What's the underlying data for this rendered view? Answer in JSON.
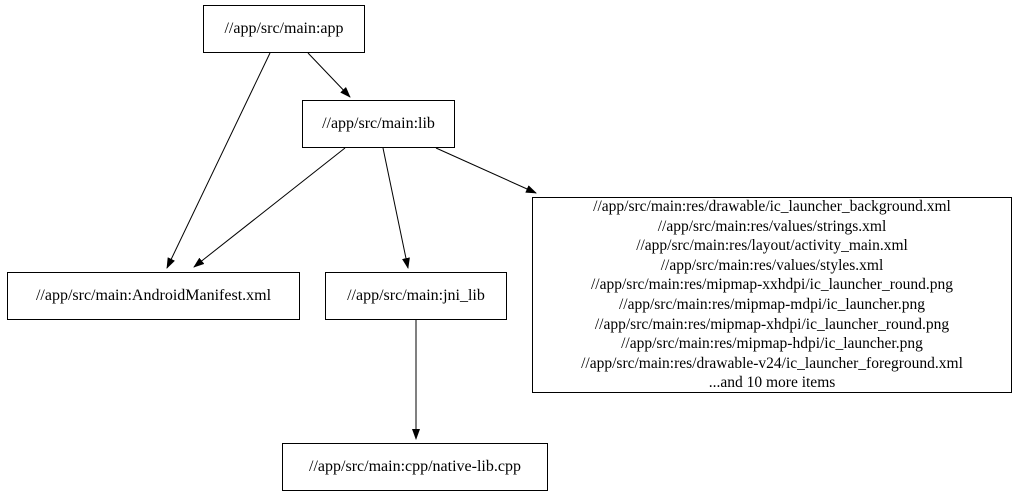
{
  "diagram": {
    "kind": "build-dependency-graph",
    "colors": {
      "background": "#ffffff",
      "node_fill": "#ffffff",
      "node_border": "#000000",
      "edge": "#000000",
      "text": "#000000"
    },
    "nodes": {
      "app": {
        "label": "//app/src/main:app"
      },
      "lib": {
        "label": "//app/src/main:lib"
      },
      "manifest": {
        "label": "//app/src/main:AndroidManifest.xml"
      },
      "jni_lib": {
        "label": "//app/src/main:jni_lib"
      },
      "resources": {
        "lines": [
          "//app/src/main:res/drawable/ic_launcher_background.xml",
          "//app/src/main:res/values/strings.xml",
          "//app/src/main:res/layout/activity_main.xml",
          "//app/src/main:res/values/styles.xml",
          "//app/src/main:res/mipmap-xxhdpi/ic_launcher_round.png",
          "//app/src/main:res/mipmap-mdpi/ic_launcher.png",
          "//app/src/main:res/mipmap-xhdpi/ic_launcher_round.png",
          "//app/src/main:res/mipmap-hdpi/ic_launcher.png",
          "//app/src/main:res/drawable-v24/ic_launcher_foreground.xml",
          "...and 10 more items"
        ]
      },
      "native_cpp": {
        "label": "//app/src/main:cpp/native-lib.cpp"
      }
    },
    "edges": [
      {
        "from": "app",
        "to": "lib"
      },
      {
        "from": "app",
        "to": "manifest"
      },
      {
        "from": "lib",
        "to": "manifest"
      },
      {
        "from": "lib",
        "to": "jni_lib"
      },
      {
        "from": "lib",
        "to": "resources"
      },
      {
        "from": "jni_lib",
        "to": "native_cpp"
      }
    ]
  }
}
